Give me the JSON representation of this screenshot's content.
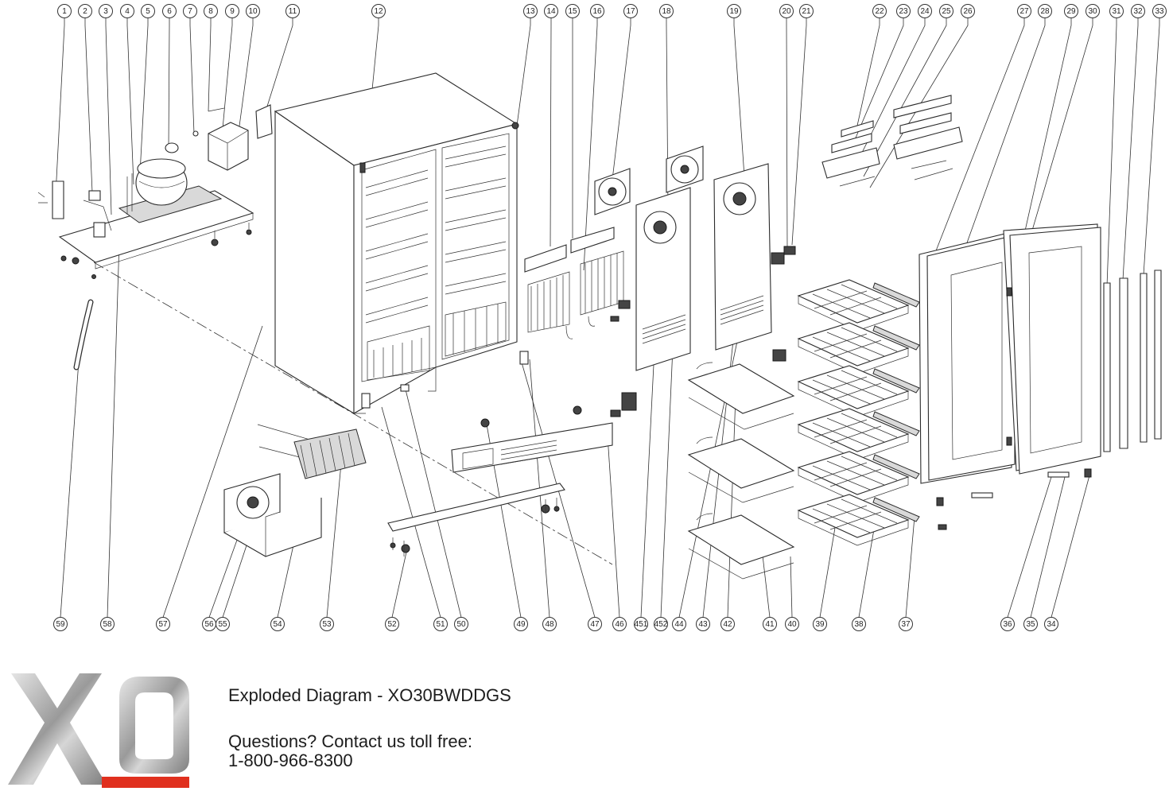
{
  "callouts": {
    "top": [
      "1",
      "2",
      "3",
      "4",
      "5",
      "6",
      "7",
      "8",
      "9",
      "10",
      "11",
      "12",
      "13",
      "14",
      "15",
      "16",
      "17",
      "18",
      "19",
      "20",
      "21",
      "22",
      "23",
      "24",
      "25",
      "26",
      "27",
      "28",
      "29",
      "30",
      "31",
      "32",
      "33"
    ],
    "bottom": [
      "59",
      "58",
      "57",
      "56",
      "55",
      "54",
      "53",
      "52",
      "51",
      "50",
      "49",
      "48",
      "47",
      "46",
      "451",
      "452",
      "44",
      "43",
      "42",
      "41",
      "40",
      "39",
      "38",
      "37",
      "36",
      "35",
      "34"
    ]
  },
  "footer": {
    "title": "Exploded Diagram - XO30BWDDGS",
    "contact_line": "Questions? Contact us toll free:",
    "phone": "1-800-966-8300"
  },
  "logo": {
    "text": "XO",
    "accent_color": "#e0301e",
    "metal_color": "#a8a8a8"
  },
  "colors": {
    "line": "#2b2b2b",
    "background": "#ffffff"
  }
}
